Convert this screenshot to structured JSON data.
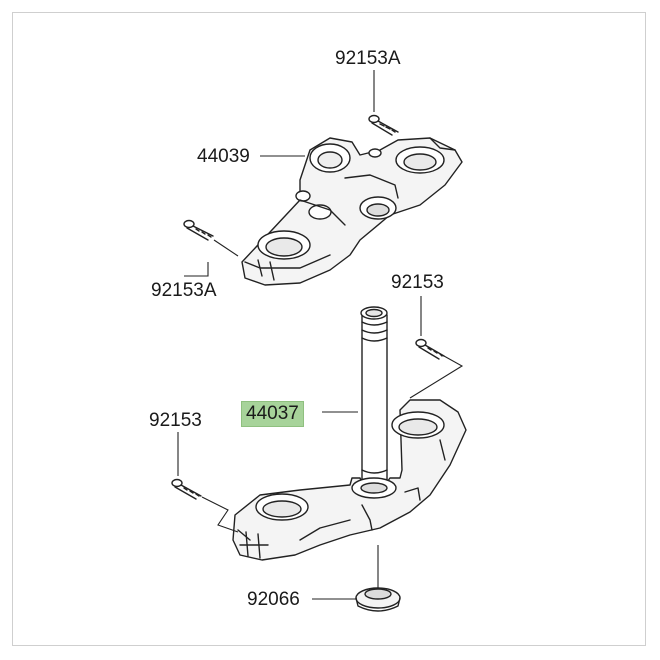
{
  "diagram": {
    "highlight_color": "#a7d39a",
    "parts": [
      {
        "number": "92153A",
        "highlighted": false
      },
      {
        "number": "44039",
        "highlighted": false
      },
      {
        "number": "92153A",
        "highlighted": false
      },
      {
        "number": "92153",
        "highlighted": false
      },
      {
        "number": "44037",
        "highlighted": true
      },
      {
        "number": "92153",
        "highlighted": false
      },
      {
        "number": "92066",
        "highlighted": false
      }
    ]
  }
}
